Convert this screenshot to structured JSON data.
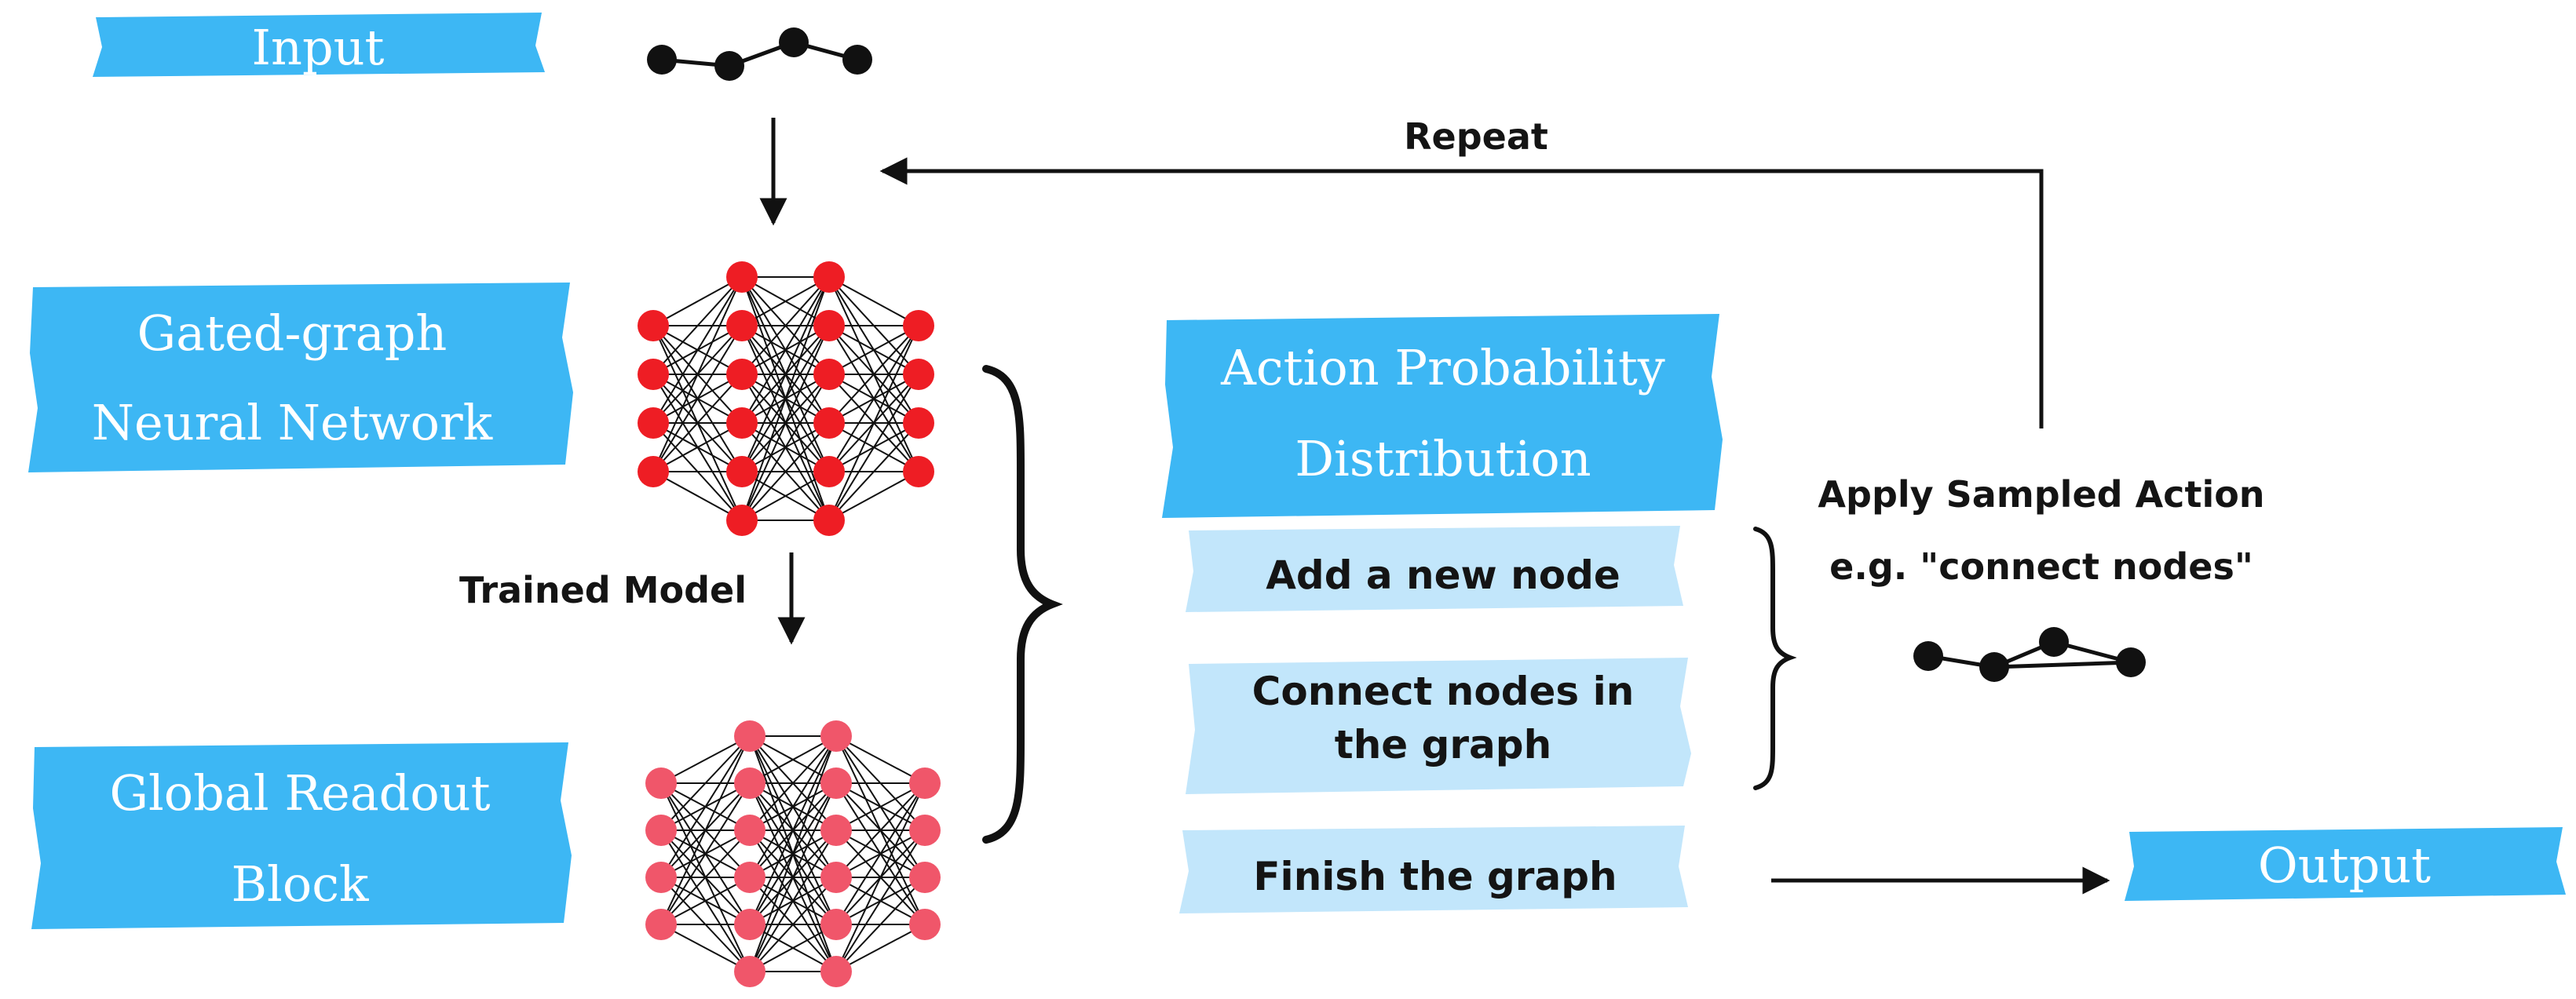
{
  "labels": {
    "input": "Input",
    "ggnn_line1": "Gated-graph",
    "ggnn_line2": "Neural Network",
    "readout_line1": "Global Readout",
    "readout_line2": "Block",
    "apd_line1": "Action Probability",
    "apd_line2": "Distribution",
    "output": "Output"
  },
  "actions": {
    "add_node": "Add a new node",
    "connect_line1": "Connect nodes in",
    "connect_line2": "the graph",
    "finish": "Finish the graph"
  },
  "annotations": {
    "repeat": "Repeat",
    "trained_model": "Trained Model",
    "apply_line1": "Apply Sampled Action",
    "apply_line2": "e.g. \"connect nodes\""
  },
  "colors": {
    "label_blue": "#3db7f4",
    "action_light_blue": "#c2e6fb",
    "ggnn_node": "#ee1d24",
    "readout_node": "#f0566a",
    "graph_node": "#111111",
    "line": "#111111"
  },
  "networks": {
    "layer_sizes": [
      4,
      6,
      6,
      4
    ]
  }
}
